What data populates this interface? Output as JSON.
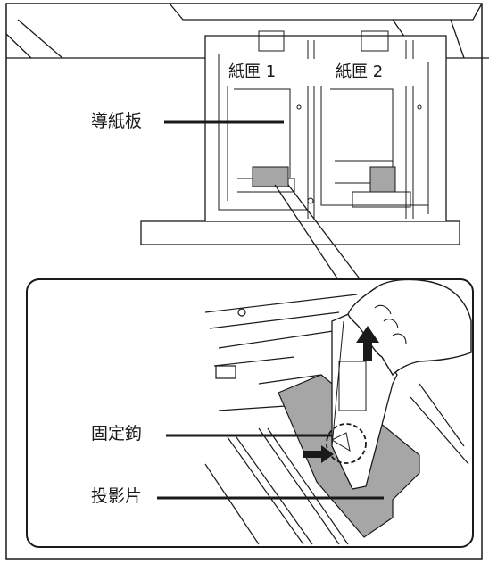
{
  "labels": {
    "tray1": "紙匣 1",
    "tray2": "紙匣 2",
    "paper_guide": "導紙板",
    "lock_lever": "固定鉤",
    "projection": "投影片"
  },
  "colors": {
    "line": "#1a1a1a",
    "gray_fill": "#a6a6a6",
    "white": "#ffffff"
  }
}
